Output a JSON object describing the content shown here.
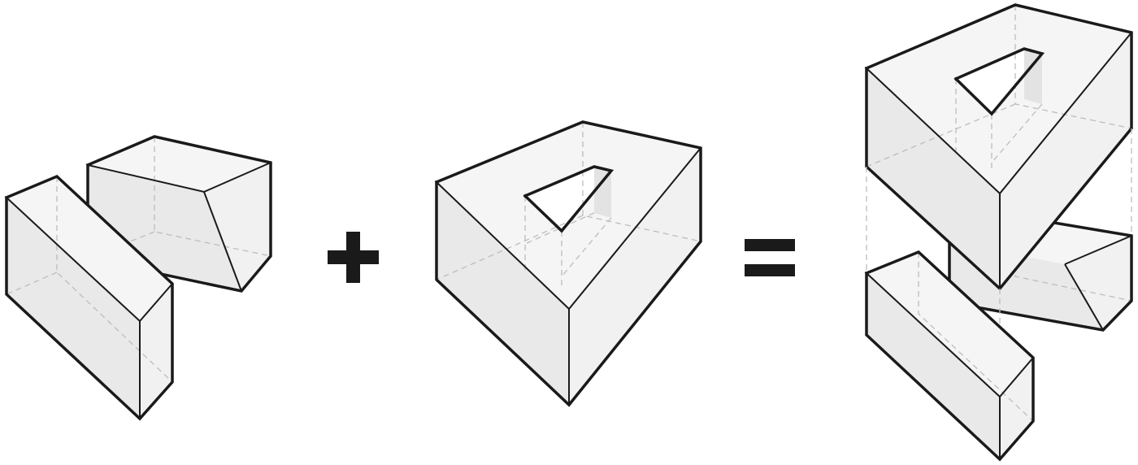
{
  "diagram": {
    "steps": [
      {
        "role": "input",
        "shape": "two-rectangular-blocks"
      },
      {
        "role": "operator",
        "symbol": "plus-sign"
      },
      {
        "role": "input",
        "shape": "trapezoidal-prism-with-triangular-opening"
      },
      {
        "role": "operator",
        "symbol": "equals-sign"
      },
      {
        "role": "result",
        "shape": "exploded-assembly-of-blocks-and-prism"
      }
    ],
    "colors": {
      "outline": "#1a1a1a",
      "hidden_edge": "#bdbdbd",
      "face_light": "#f5f5f5",
      "face_shade": "#e9e9e9",
      "background": "#ffffff"
    }
  }
}
